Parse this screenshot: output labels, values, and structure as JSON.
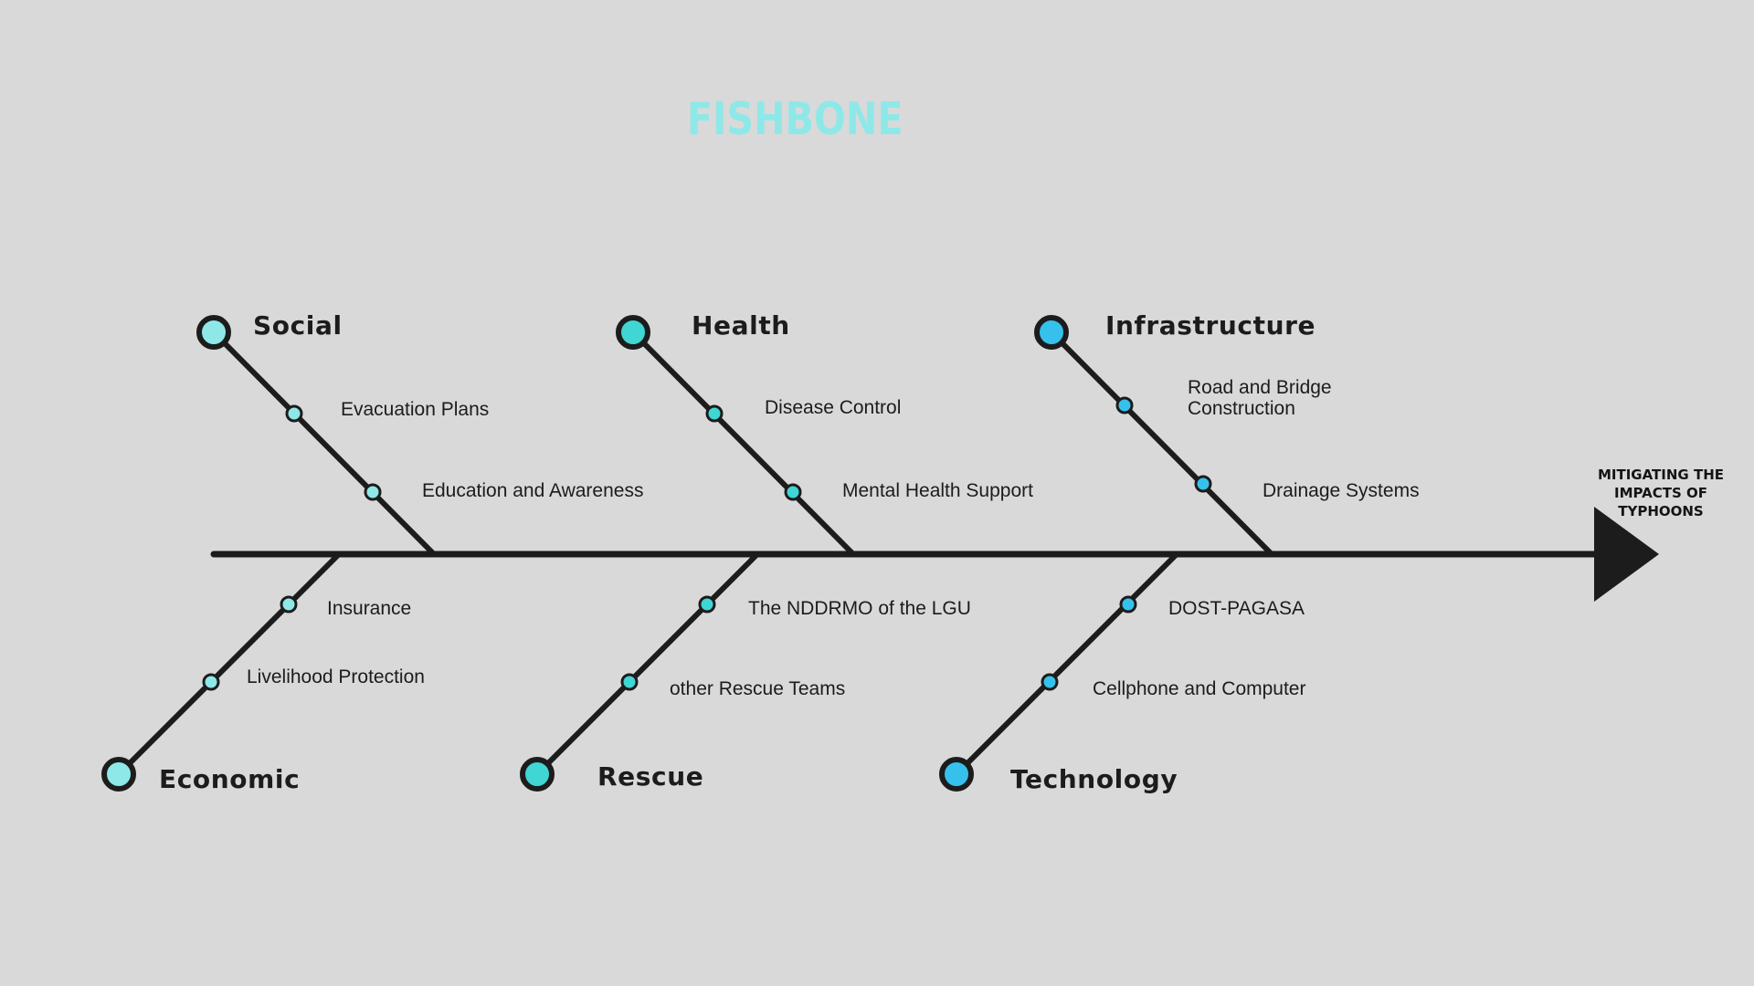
{
  "title": "FISHBONE",
  "effect": "MITIGATING THE\nIMPACTS OF\nTYPHOONS",
  "colors": {
    "background": "#d9d9d9",
    "line": "#1c1c1c",
    "title": "#8fe8e8",
    "light_aqua": "#8fe8e8",
    "turquoise": "#3fd6d3",
    "sky_blue": "#36c1ec"
  },
  "categories": [
    {
      "label": "Social",
      "color": "#8fe8e8",
      "causes": [
        "Evacuation Plans",
        "Education and Awareness"
      ]
    },
    {
      "label": "Health",
      "color": "#3fd6d3",
      "causes": [
        "Disease Control",
        "Mental Health Support"
      ]
    },
    {
      "label": "Infrastructure",
      "color": "#36c1ec",
      "causes": [
        "Road and Bridge\nConstruction",
        "Drainage Systems"
      ]
    },
    {
      "label": "Economic",
      "color": "#8fe8e8",
      "causes": [
        "Insurance",
        "Livelihood Protection"
      ]
    },
    {
      "label": "Rescue",
      "color": "#3fd6d3",
      "causes": [
        "The NDDRMO of the LGU",
        "other Rescue Teams"
      ]
    },
    {
      "label": "Technology",
      "color": "#36c1ec",
      "causes": [
        "DOST-PAGASA",
        "Cellphone and Computer"
      ]
    }
  ]
}
